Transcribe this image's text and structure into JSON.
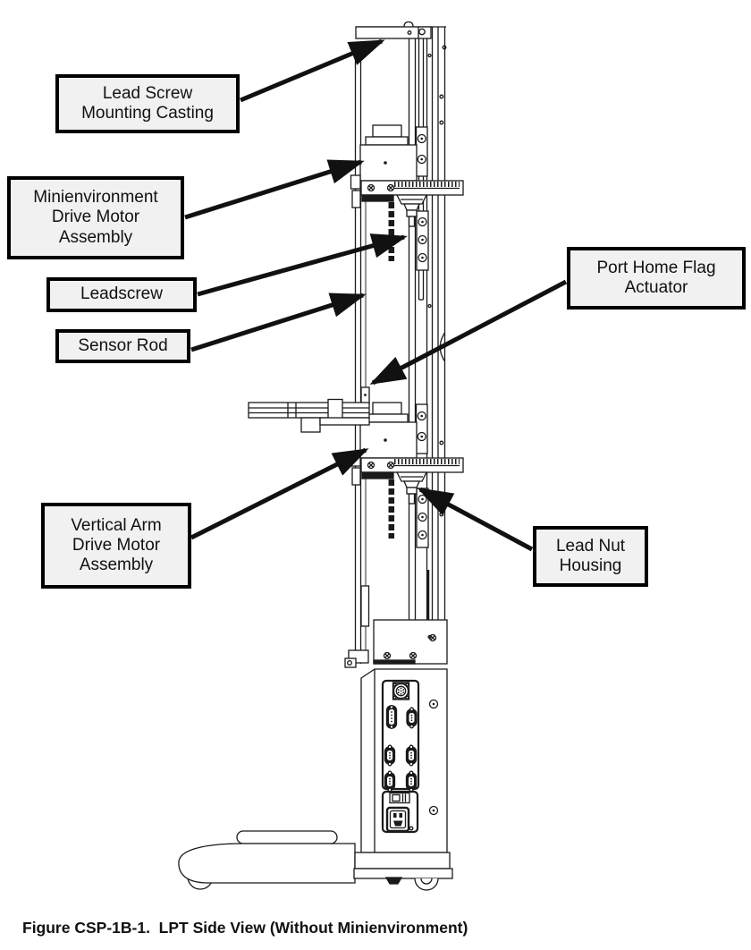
{
  "figure": {
    "caption": "Figure CSP-1B-1.  LPT Side View (Without Minienvironment)"
  },
  "callouts": [
    {
      "id": "lead-screw-mounting-casting",
      "label": "Lead Screw\nMounting Casting"
    },
    {
      "id": "minienvironment-drive-motor-assembly",
      "label": "Minienvironment\nDrive Motor\nAssembly"
    },
    {
      "id": "leadscrew",
      "label": "Leadscrew"
    },
    {
      "id": "sensor-rod",
      "label": "Sensor Rod"
    },
    {
      "id": "port-home-flag-actuator",
      "label": "Port Home Flag\nActuator"
    },
    {
      "id": "vertical-arm-drive-motor-assembly",
      "label": "Vertical Arm\nDrive Motor\nAssembly"
    },
    {
      "id": "lead-nut-housing",
      "label": "Lead Nut\nHousing"
    }
  ],
  "colors": {
    "line": "#1a1a1a",
    "label_background": "#f1f1f1",
    "label_border": "#000000",
    "page_background": "#ffffff"
  }
}
